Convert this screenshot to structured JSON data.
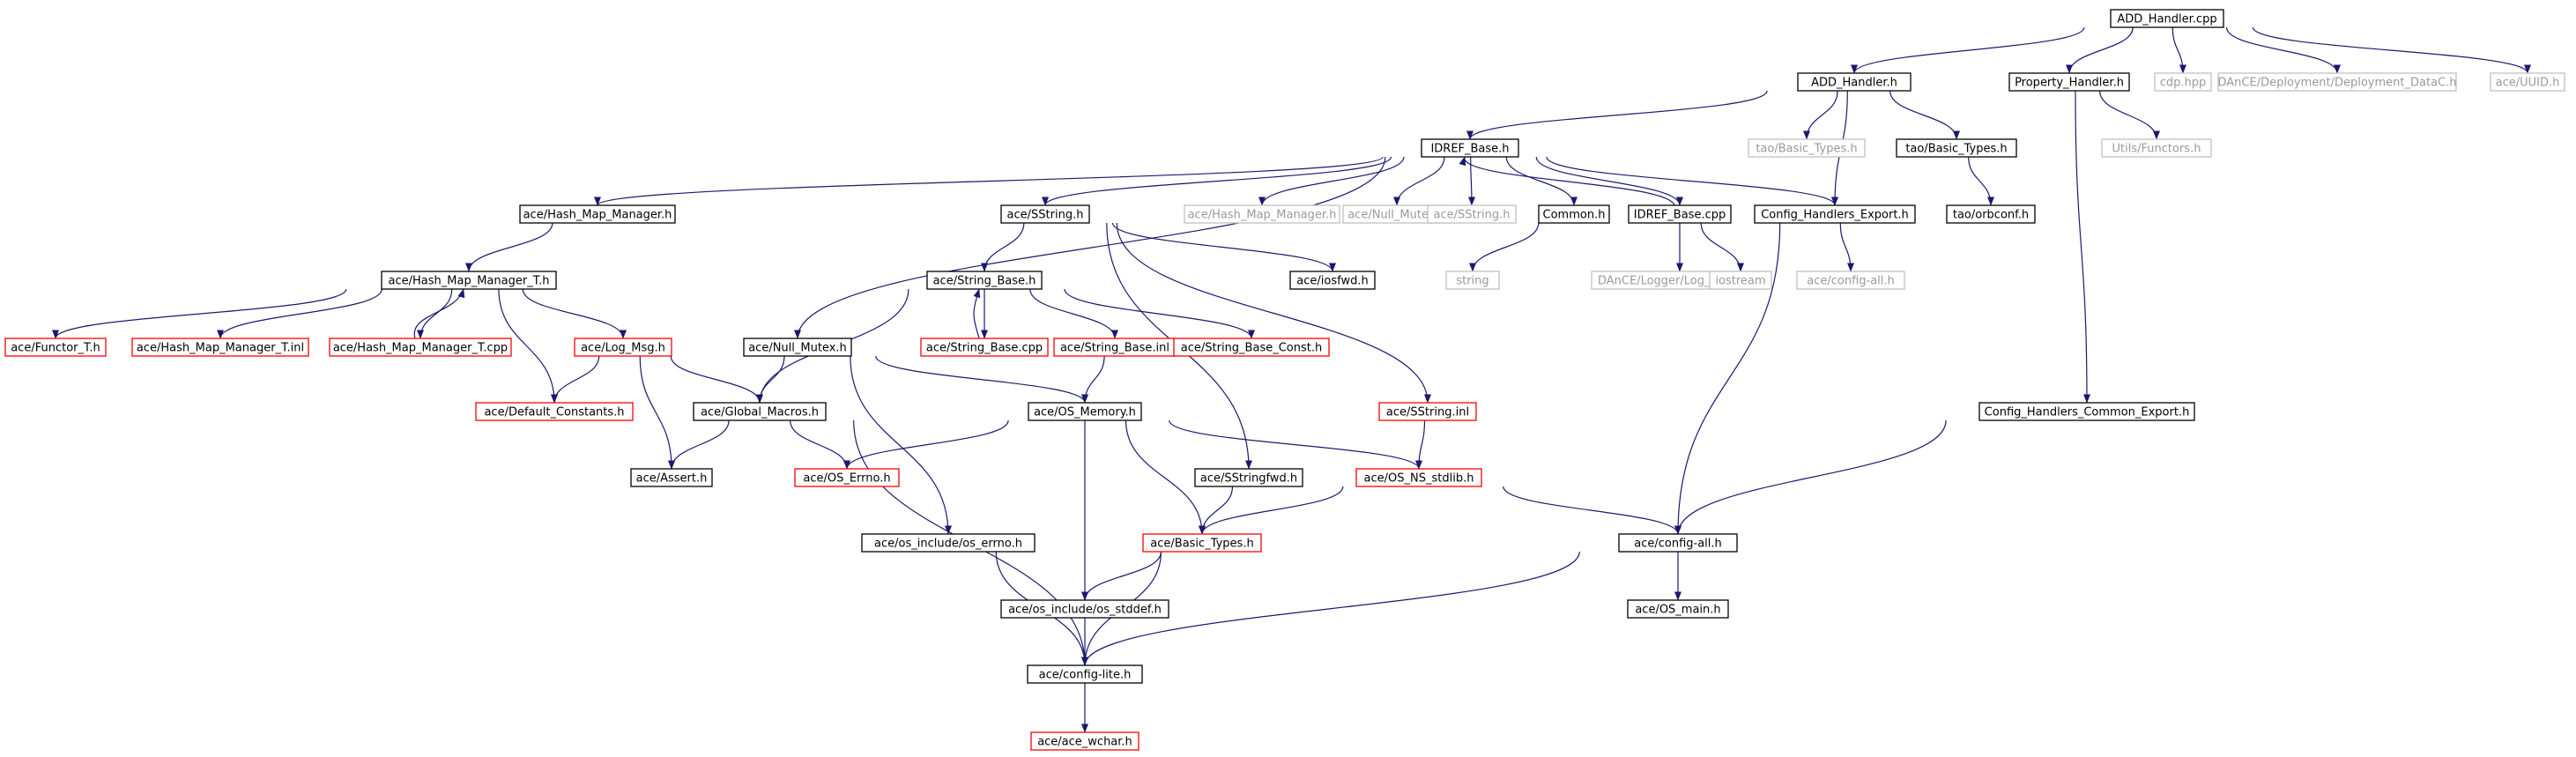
{
  "graph": {
    "nodes": [
      {
        "id": "add_cpp",
        "label": "ADD_Handler.cpp",
        "style": "root"
      },
      {
        "id": "add_h",
        "label": "ADD_Handler.h",
        "style": "black"
      },
      {
        "id": "prop_h",
        "label": "Property_Handler.h",
        "style": "black"
      },
      {
        "id": "cdp",
        "label": "cdp.hpp",
        "style": "gray"
      },
      {
        "id": "dance_dep",
        "label": "DAnCE/Deployment/Deployment_DataC.h",
        "style": "gray"
      },
      {
        "id": "uuid",
        "label": "ace/UUID.h",
        "style": "gray"
      },
      {
        "id": "idref_h",
        "label": "IDREF_Base.h",
        "style": "black"
      },
      {
        "id": "tao_bt_gray",
        "label": "tao/Basic_Types.h",
        "style": "gray"
      },
      {
        "id": "tao_bt",
        "label": "tao/Basic_Types.h",
        "style": "black"
      },
      {
        "id": "utils_func",
        "label": "Utils/Functors.h",
        "style": "gray"
      },
      {
        "id": "hmm_h",
        "label": "ace/Hash_Map_Manager.h",
        "style": "black"
      },
      {
        "id": "sstring_h",
        "label": "ace/SString.h",
        "style": "black"
      },
      {
        "id": "hmm_gray",
        "label": "ace/Hash_Map_Manager.h",
        "style": "gray"
      },
      {
        "id": "nullmutex_gray",
        "label": "ace/Null_Mutex.h",
        "style": "gray"
      },
      {
        "id": "sstring_gray",
        "label": "ace/SString.h",
        "style": "gray"
      },
      {
        "id": "common_h",
        "label": "Common.h",
        "style": "black"
      },
      {
        "id": "idref_cpp",
        "label": "IDREF_Base.cpp",
        "style": "black"
      },
      {
        "id": "che_h",
        "label": "Config_Handlers_Export.h",
        "style": "black"
      },
      {
        "id": "orbconf",
        "label": "tao/orbconf.h",
        "style": "black"
      },
      {
        "id": "hmmt_h",
        "label": "ace/Hash_Map_Manager_T.h",
        "style": "black"
      },
      {
        "id": "sbase_h",
        "label": "ace/String_Base.h",
        "style": "black"
      },
      {
        "id": "iosfwd",
        "label": "ace/iosfwd.h",
        "style": "black"
      },
      {
        "id": "string",
        "label": "string",
        "style": "gray"
      },
      {
        "id": "logmacros",
        "label": "DAnCE/Logger/Log_Macros.h",
        "style": "gray"
      },
      {
        "id": "iostream",
        "label": "iostream",
        "style": "gray"
      },
      {
        "id": "configall_gray",
        "label": "ace/config-all.h",
        "style": "gray"
      },
      {
        "id": "functor",
        "label": "ace/Functor_T.h",
        "style": "red"
      },
      {
        "id": "hmmt_inl",
        "label": "ace/Hash_Map_Manager_T.inl",
        "style": "red"
      },
      {
        "id": "hmmt_cpp",
        "label": "ace/Hash_Map_Manager_T.cpp",
        "style": "red"
      },
      {
        "id": "logmsg",
        "label": "ace/Log_Msg.h",
        "style": "red"
      },
      {
        "id": "nullmutex",
        "label": "ace/Null_Mutex.h",
        "style": "black"
      },
      {
        "id": "sbase_cpp",
        "label": "ace/String_Base.cpp",
        "style": "red"
      },
      {
        "id": "sbase_inl",
        "label": "ace/String_Base.inl",
        "style": "red"
      },
      {
        "id": "sbase_const",
        "label": "ace/String_Base_Const.h",
        "style": "red"
      },
      {
        "id": "defconst",
        "label": "ace/Default_Constants.h",
        "style": "red"
      },
      {
        "id": "globalmacros",
        "label": "ace/Global_Macros.h",
        "style": "black"
      },
      {
        "id": "osmemory",
        "label": "ace/OS_Memory.h",
        "style": "black"
      },
      {
        "id": "sstring_inl",
        "label": "ace/SString.inl",
        "style": "red"
      },
      {
        "id": "chce",
        "label": "Config_Handlers_Common_Export.h",
        "style": "black"
      },
      {
        "id": "assert",
        "label": "ace/Assert.h",
        "style": "black"
      },
      {
        "id": "oserrno",
        "label": "ace/OS_Errno.h",
        "style": "red"
      },
      {
        "id": "sstringfwd",
        "label": "ace/SStringfwd.h",
        "style": "black"
      },
      {
        "id": "osnsstdlib",
        "label": "ace/OS_NS_stdlib.h",
        "style": "red"
      },
      {
        "id": "os_errno",
        "label": "ace/os_include/os_errno.h",
        "style": "black"
      },
      {
        "id": "basictypes",
        "label": "ace/Basic_Types.h",
        "style": "red"
      },
      {
        "id": "configall",
        "label": "ace/config-all.h",
        "style": "black"
      },
      {
        "id": "os_stddef",
        "label": "ace/os_include/os_stddef.h",
        "style": "black"
      },
      {
        "id": "osmain",
        "label": "ace/OS_main.h",
        "style": "black"
      },
      {
        "id": "configlite",
        "label": "ace/config-lite.h",
        "style": "black"
      },
      {
        "id": "acewchar",
        "label": "ace/ace_wchar.h",
        "style": "red"
      }
    ],
    "edges": [
      [
        "add_cpp",
        "add_h"
      ],
      [
        "add_cpp",
        "prop_h"
      ],
      [
        "add_cpp",
        "cdp"
      ],
      [
        "add_cpp",
        "dance_dep"
      ],
      [
        "add_cpp",
        "uuid"
      ],
      [
        "add_h",
        "idref_h"
      ],
      [
        "add_h",
        "tao_bt_gray"
      ],
      [
        "add_h",
        "tao_bt"
      ],
      [
        "add_h",
        "che_h"
      ],
      [
        "prop_h",
        "utils_func"
      ],
      [
        "prop_h",
        "chce"
      ],
      [
        "tao_bt",
        "orbconf"
      ],
      [
        "idref_h",
        "hmm_h"
      ],
      [
        "idref_h",
        "sstring_h"
      ],
      [
        "idref_h",
        "hmm_gray"
      ],
      [
        "idref_h",
        "nullmutex_gray"
      ],
      [
        "idref_h",
        "sstring_gray"
      ],
      [
        "idref_h",
        "common_h"
      ],
      [
        "idref_h",
        "idref_cpp"
      ],
      [
        "idref_h",
        "che_h"
      ],
      [
        "idref_h",
        "nullmutex"
      ],
      [
        "idref_cpp",
        "idref_h"
      ],
      [
        "idref_cpp",
        "logmacros"
      ],
      [
        "idref_cpp",
        "iostream"
      ],
      [
        "common_h",
        "string"
      ],
      [
        "che_h",
        "configall_gray"
      ],
      [
        "che_h",
        "configall"
      ],
      [
        "hmm_h",
        "hmmt_h"
      ],
      [
        "hmmt_h",
        "functor"
      ],
      [
        "hmmt_h",
        "hmmt_inl"
      ],
      [
        "hmmt_h",
        "hmmt_cpp"
      ],
      [
        "hmmt_h",
        "logmsg"
      ],
      [
        "hmmt_h",
        "defconst"
      ],
      [
        "hmmt_cpp",
        "hmmt_h"
      ],
      [
        "sstring_h",
        "sbase_h"
      ],
      [
        "sstring_h",
        "iosfwd"
      ],
      [
        "sstring_h",
        "sstring_inl"
      ],
      [
        "sstring_h",
        "sstringfwd"
      ],
      [
        "sbase_h",
        "sbase_cpp"
      ],
      [
        "sbase_h",
        "sbase_inl"
      ],
      [
        "sbase_h",
        "sbase_const"
      ],
      [
        "sbase_h",
        "globalmacros"
      ],
      [
        "sbase_cpp",
        "sbase_h"
      ],
      [
        "sbase_inl",
        "osmemory"
      ],
      [
        "logmsg",
        "defconst"
      ],
      [
        "logmsg",
        "globalmacros"
      ],
      [
        "logmsg",
        "assert"
      ],
      [
        "nullmutex",
        "globalmacros"
      ],
      [
        "nullmutex",
        "osmemory"
      ],
      [
        "nullmutex",
        "os_errno"
      ],
      [
        "globalmacros",
        "assert"
      ],
      [
        "globalmacros",
        "oserrno"
      ],
      [
        "globalmacros",
        "configlite"
      ],
      [
        "osmemory",
        "oserrno"
      ],
      [
        "osmemory",
        "osnsstdlib"
      ],
      [
        "osmemory",
        "basictypes"
      ],
      [
        "osmemory",
        "os_stddef"
      ],
      [
        "sstring_inl",
        "osnsstdlib"
      ],
      [
        "sstringfwd",
        "basictypes"
      ],
      [
        "osnsstdlib",
        "basictypes"
      ],
      [
        "osnsstdlib",
        "configall"
      ],
      [
        "chce",
        "configall"
      ],
      [
        "os_errno",
        "configlite"
      ],
      [
        "basictypes",
        "os_stddef"
      ],
      [
        "basictypes",
        "configlite"
      ],
      [
        "configall",
        "osmain"
      ],
      [
        "configall",
        "configlite"
      ],
      [
        "os_stddef",
        "configlite"
      ],
      [
        "configlite",
        "acewchar"
      ]
    ]
  },
  "colors": {
    "edge": "#191970",
    "black_border": "#000000",
    "red_border": "#ff0000",
    "gray_border": "#bfbfbf",
    "gray_text": "#9a9a9a",
    "root_fill": "#bfbfbf"
  }
}
